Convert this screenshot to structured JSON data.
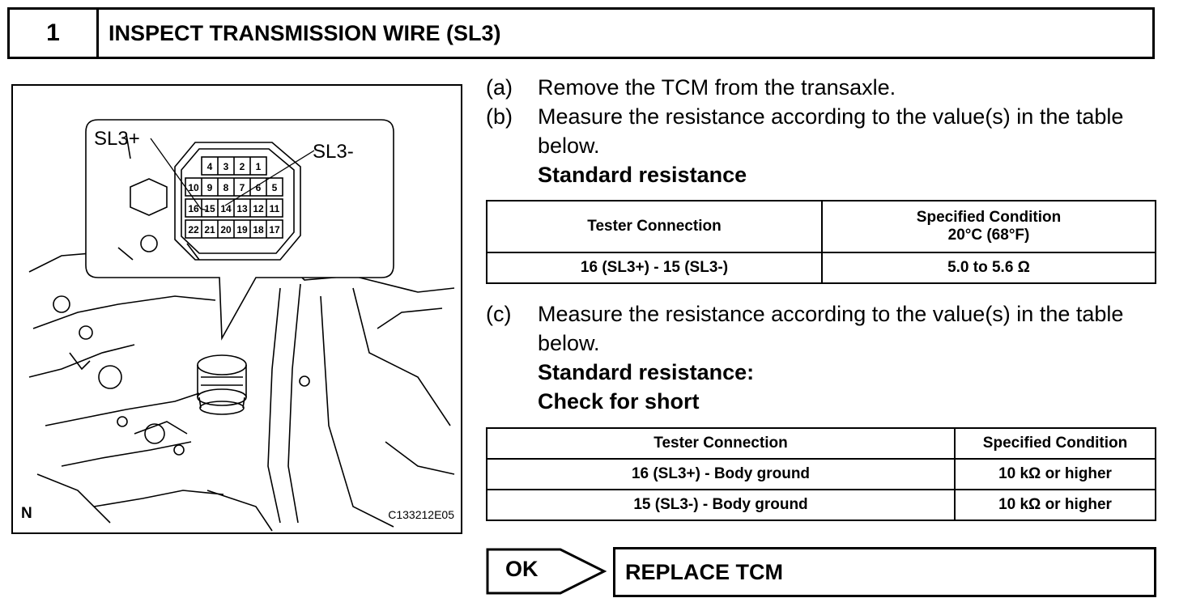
{
  "header": {
    "step_number": "1",
    "title": "INSPECT TRANSMISSION WIRE (SL3)"
  },
  "figure": {
    "label_plus": "SL3+",
    "label_minus": "SL3-",
    "pins_row1": [
      "4",
      "3",
      "2",
      "1"
    ],
    "pins_row2": [
      "10",
      "9",
      "8",
      "7",
      "6",
      "5"
    ],
    "pins_row3": [
      "16",
      "15",
      "14",
      "13",
      "12",
      "11"
    ],
    "pins_row4": [
      "22",
      "21",
      "20",
      "19",
      "18",
      "17"
    ],
    "orientation": "N",
    "code": "C133212E05"
  },
  "steps": {
    "a_letter": "(a)",
    "a_text": "Remove the TCM from the transaxle.",
    "b_letter": "(b)",
    "b_text": "Measure the resistance according to the value(s) in the table below.",
    "b_heading": "Standard resistance",
    "c_letter": "(c)",
    "c_text": "Measure the resistance according to the value(s) in the table below.",
    "c_heading1": "Standard resistance:",
    "c_heading2": "Check for short"
  },
  "table1": {
    "col1": "Tester Connection",
    "col2_line1": "Specified Condition",
    "col2_line2": "20°C (68°F)",
    "rows": [
      {
        "connection": "16 (SL3+) - 15 (SL3-)",
        "condition": "5.0 to 5.6 Ω"
      }
    ]
  },
  "table2": {
    "col1": "Tester Connection",
    "col2": "Specified Condition",
    "rows": [
      {
        "connection": "16 (SL3+) - Body ground",
        "condition": "10 kΩ or higher"
      },
      {
        "connection": "15 (SL3-) - Body ground",
        "condition": "10 kΩ or higher"
      }
    ]
  },
  "result": {
    "ok_label": "OK",
    "action": "REPLACE TCM"
  }
}
